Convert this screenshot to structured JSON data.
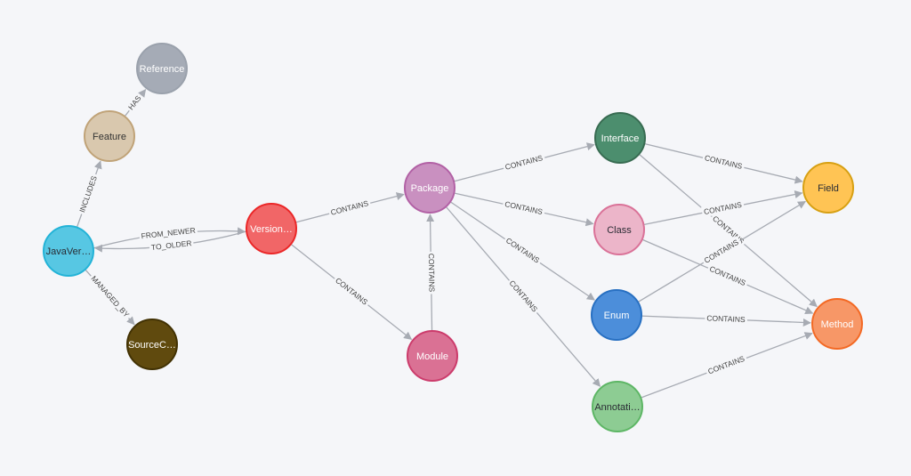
{
  "graph": {
    "nodes": [
      {
        "id": "reference",
        "label": "Reference",
        "name": "node-reference",
        "fill": "#a5abb6",
        "stroke": "#9aa1ac",
        "text": "#ffffff"
      },
      {
        "id": "feature",
        "label": "Feature",
        "name": "node-feature",
        "fill": "#d9c8ae",
        "stroke": "#c0a378",
        "text": "#333333"
      },
      {
        "id": "javaversion",
        "label": "JavaVer…",
        "name": "node-javaversion",
        "fill": "#57c7e3",
        "stroke": "#23b3d7",
        "text": "#2a2c34"
      },
      {
        "id": "sourcecode",
        "label": "SourceC…",
        "name": "node-sourcecode",
        "fill": "#604a0e",
        "stroke": "#423204",
        "text": "#ffffff"
      },
      {
        "id": "version",
        "label": "Version…",
        "name": "node-version",
        "fill": "#f16667",
        "stroke": "#eb2728",
        "text": "#ffffff"
      },
      {
        "id": "package",
        "label": "Package",
        "name": "node-package",
        "fill": "#c990c0",
        "stroke": "#b261a5",
        "text": "#ffffff"
      },
      {
        "id": "module",
        "label": "Module",
        "name": "node-module",
        "fill": "#da7194",
        "stroke": "#cc3c6c",
        "text": "#ffffff"
      },
      {
        "id": "interface",
        "label": "Interface",
        "name": "node-interface",
        "fill": "#4c8e6e",
        "stroke": "#386c52",
        "text": "#ffffff"
      },
      {
        "id": "class",
        "label": "Class",
        "name": "node-class",
        "fill": "#ecb5c9",
        "stroke": "#da7298",
        "text": "#2a2c34"
      },
      {
        "id": "enum",
        "label": "Enum",
        "name": "node-enum",
        "fill": "#4c8eda",
        "stroke": "#2870c2",
        "text": "#ffffff"
      },
      {
        "id": "annotation",
        "label": "Annotati…",
        "name": "node-annotation",
        "fill": "#8dcc93",
        "stroke": "#5db665",
        "text": "#2a2c34"
      },
      {
        "id": "field",
        "label": "Field",
        "name": "node-field",
        "fill": "#ffc454",
        "stroke": "#d7a013",
        "text": "#2a2c34"
      },
      {
        "id": "method",
        "label": "Method",
        "name": "node-method",
        "fill": "#f79767",
        "stroke": "#f36924",
        "text": "#ffffff"
      }
    ],
    "edges": [
      {
        "from": "feature",
        "to": "reference",
        "label": "HAS"
      },
      {
        "from": "javaversion",
        "to": "feature",
        "label": "INCLUDES"
      },
      {
        "from": "javaversion",
        "to": "sourcecode",
        "label": "MANAGED_BY"
      },
      {
        "from": "version",
        "to": "javaversion",
        "label": "TO_OLDER"
      },
      {
        "from": "javaversion",
        "to": "version",
        "label": "FROM_NEWER"
      },
      {
        "from": "version",
        "to": "package",
        "label": "CONTAINS"
      },
      {
        "from": "version",
        "to": "module",
        "label": "CONTAINS"
      },
      {
        "from": "module",
        "to": "package",
        "label": "CONTAINS"
      },
      {
        "from": "package",
        "to": "interface",
        "label": "CONTAINS"
      },
      {
        "from": "package",
        "to": "class",
        "label": "CONTAINS"
      },
      {
        "from": "package",
        "to": "enum",
        "label": "CONTAINS"
      },
      {
        "from": "package",
        "to": "annotation",
        "label": "CONTAINS"
      },
      {
        "from": "interface",
        "to": "field",
        "label": "CONTAINS"
      },
      {
        "from": "interface",
        "to": "method",
        "label": "CONTAINS"
      },
      {
        "from": "class",
        "to": "field",
        "label": "CONTAINS"
      },
      {
        "from": "class",
        "to": "method",
        "label": "CONTAINS"
      },
      {
        "from": "enum",
        "to": "field",
        "label": "CONTAINS"
      },
      {
        "from": "enum",
        "to": "method",
        "label": "CONTAINS"
      },
      {
        "from": "annotation",
        "to": "method",
        "label": "CONTAINS"
      }
    ]
  },
  "colors": {
    "background": "#f5f6f9",
    "edge": "#a7abb3",
    "edge_label": "#444444"
  }
}
